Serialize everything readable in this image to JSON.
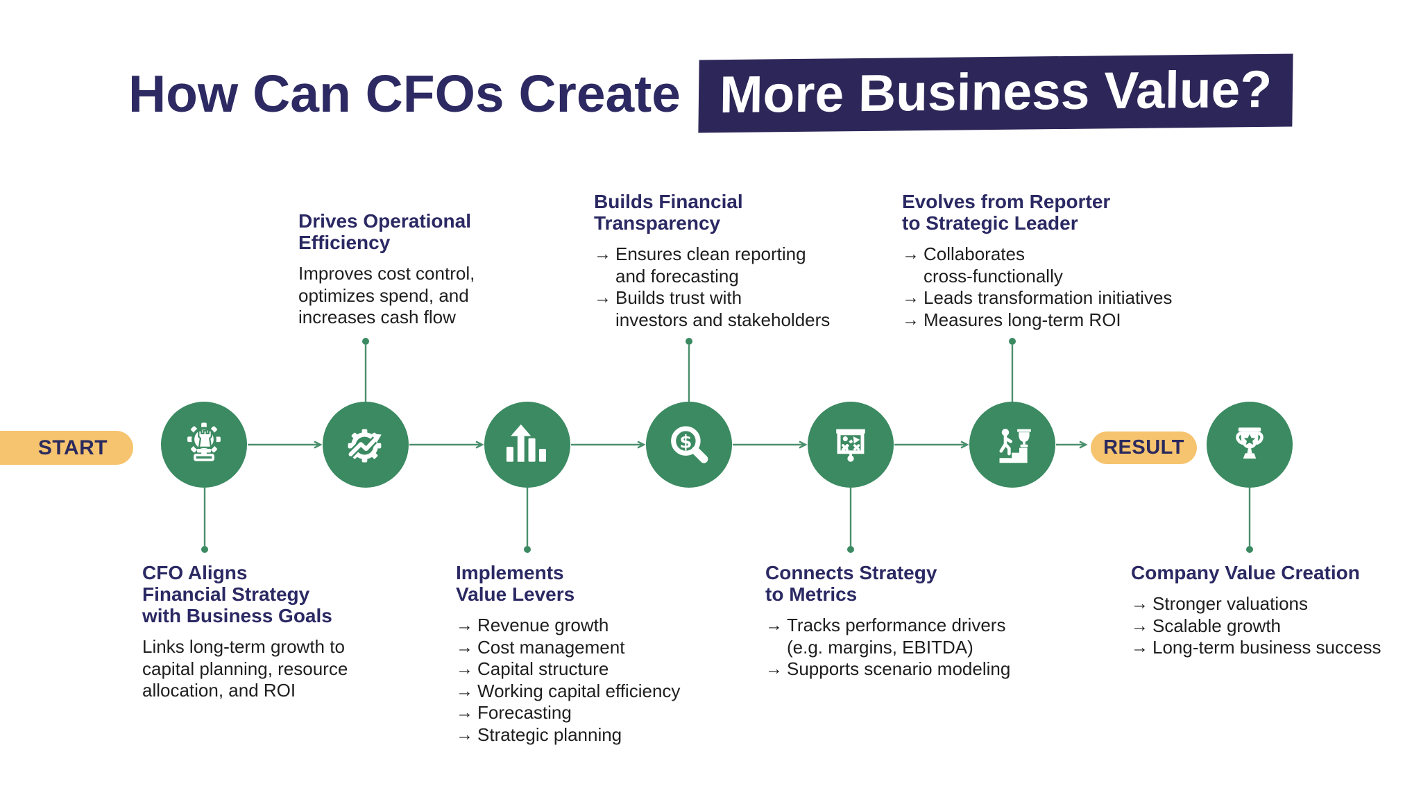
{
  "title": {
    "plain": "How Can CFOs Create",
    "highlight": "More Business Value?"
  },
  "labels": {
    "start": "START",
    "result": "RESULT",
    "bullet_arrow": "→"
  },
  "colors": {
    "navy": "#2B2963",
    "green_circle": "#3B8A61",
    "green_line": "#4A8F6C",
    "orange_pill": "#F6C46F",
    "body_text": "#1E1E1E",
    "highlight_bg": "#2D2759",
    "highlight_text": "#FFFFFF"
  },
  "stages": [
    {
      "id": "cfo-aligns-strategy",
      "icon": "chess-rook-gear-icon",
      "text_position": "below",
      "heading_lines": [
        "CFO Aligns",
        "Financial Strategy",
        "with Business Goals"
      ],
      "body_lines": [
        "Links long-term growth to",
        "capital planning, resource",
        "allocation, and ROI"
      ]
    },
    {
      "id": "operational-efficiency",
      "icon": "gear-growth-arrow-icon",
      "text_position": "above",
      "heading_lines": [
        "Drives Operational",
        "Efficiency"
      ],
      "body_lines": [
        "Improves cost control,",
        "optimizes spend, and",
        "increases cash flow"
      ]
    },
    {
      "id": "value-levers",
      "icon": "bar-chart-arrow-icon",
      "text_position": "below",
      "heading_lines": [
        "Implements",
        "Value Levers"
      ],
      "bullets": [
        [
          "Revenue growth"
        ],
        [
          "Cost management"
        ],
        [
          "Capital structure"
        ],
        [
          "Working capital efficiency"
        ],
        [
          "Forecasting"
        ],
        [
          "Strategic planning"
        ]
      ]
    },
    {
      "id": "financial-transparency",
      "icon": "magnifier-dollar-icon",
      "text_position": "above",
      "heading_lines": [
        "Builds Financial",
        "Transparency"
      ],
      "bullets": [
        [
          "Ensures clean reporting",
          "and forecasting"
        ],
        [
          "Builds trust with",
          "investors and stakeholders"
        ]
      ]
    },
    {
      "id": "strategy-to-metrics",
      "icon": "strategy-board-icon",
      "text_position": "below",
      "heading_lines": [
        "Connects Strategy",
        "to Metrics"
      ],
      "bullets": [
        [
          "Tracks performance drivers",
          "(e.g. margins, EBITDA)"
        ],
        [
          "Supports scenario modeling"
        ]
      ]
    },
    {
      "id": "strategic-leader",
      "icon": "stairs-trophy-icon",
      "text_position": "above",
      "heading_lines": [
        "Evolves from Reporter",
        "to Strategic Leader"
      ],
      "bullets": [
        [
          "Collaborates",
          "cross-functionally"
        ],
        [
          "Leads transformation initiatives"
        ],
        [
          "Measures long-term ROI"
        ]
      ]
    },
    {
      "id": "company-value-creation",
      "icon": "trophy-icon",
      "text_position": "below",
      "heading_lines": [
        "Company Value Creation"
      ],
      "bullets": [
        [
          "Stronger valuations"
        ],
        [
          "Scalable growth"
        ],
        [
          "Long-term business success"
        ]
      ]
    }
  ]
}
